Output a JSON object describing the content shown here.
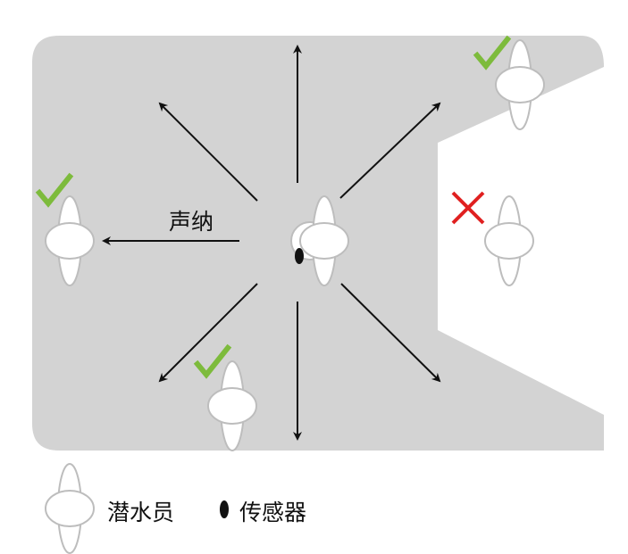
{
  "sonar_label": "声纳",
  "legend": {
    "diver_label": "潜水员",
    "sensor_label": "传感器"
  },
  "colors": {
    "area": "#d3d3d3",
    "check": "#7dbb3c",
    "cross": "#e02020",
    "arrow": "#111111"
  },
  "divers": [
    {
      "position": "left",
      "status": "detected"
    },
    {
      "position": "top-right",
      "status": "detected"
    },
    {
      "position": "right-shadow",
      "status": "not-detected"
    },
    {
      "position": "bottom",
      "status": "detected"
    },
    {
      "position": "center",
      "status": "sensor-carrier"
    }
  ]
}
